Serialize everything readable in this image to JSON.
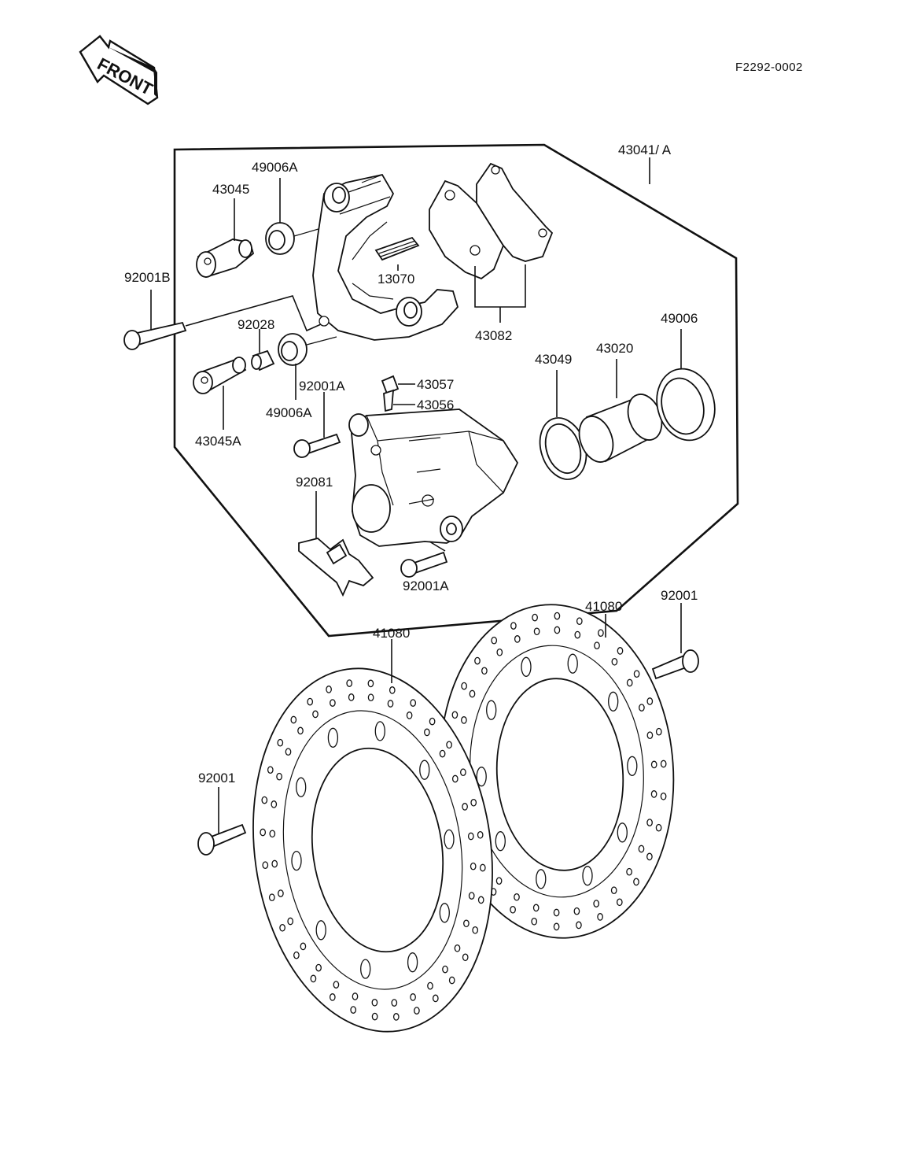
{
  "diagram_code": "F2292-0002",
  "front_arrow": "FRONT",
  "labels": {
    "caliper_assy": "43041/ A",
    "boot_a_top": "49006A",
    "pin_top": "43045",
    "pad_holder": "13070",
    "bolt_b": "92001B",
    "pads": "43082",
    "collar": "92028",
    "seal_49006": "49006",
    "piston": "43020",
    "piston_seal": "43049",
    "bleeder_cap": "43057",
    "bleeder_valve": "43056",
    "bolt_a_upper": "92001A",
    "boot_a_lower": "49006A",
    "pin_lower": "43045A",
    "spring": "92081",
    "bolt_a_lower": "92001A",
    "disc_right": "41080",
    "disc_left": "41080",
    "bolt_right": "92001",
    "bolt_left": "92001"
  }
}
